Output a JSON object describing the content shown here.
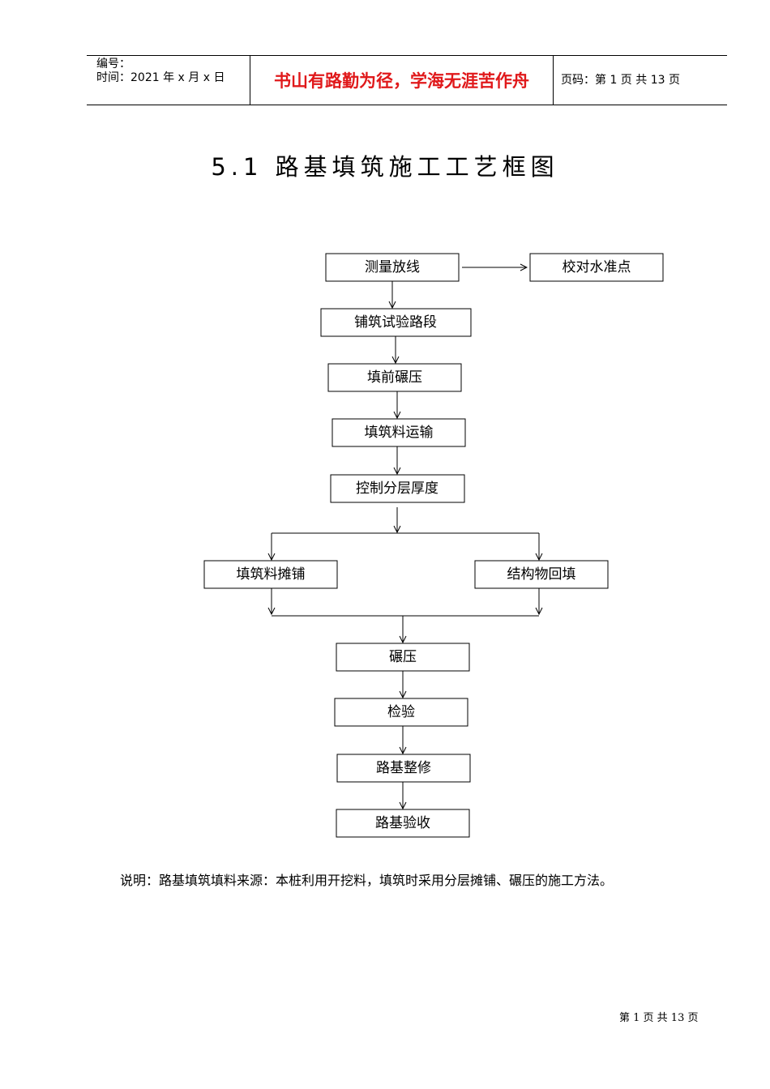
{
  "header": {
    "serial_label": "编号：",
    "date_line": "时间：2021 年 x 月 x 日",
    "motto": "书山有路勤为径，学海无涯苦作舟",
    "page_info": "页码：第 1 页 共 13 页"
  },
  "title": "5.1  路基填筑施工工艺框图",
  "flowchart": {
    "survey": "测量放线",
    "check_benchmark": "校对水准点",
    "trial_section": "铺筑试验路段",
    "pre_compaction": "填前碾压",
    "fill_transport": "填筑料运输",
    "layer_thickness": "控制分层厚度",
    "fill_spreading": "填筑料摊铺",
    "structure_backfill": "结构物回填",
    "compaction": "碾压",
    "inspection": "检验",
    "trimming": "路基整修",
    "acceptance": "路基验收"
  },
  "note": "说明：路基填筑填料来源：本桩利用开挖料，填筑时采用分层摊铺、碾压的施工方法。",
  "footer": "第 1 页 共 13 页"
}
